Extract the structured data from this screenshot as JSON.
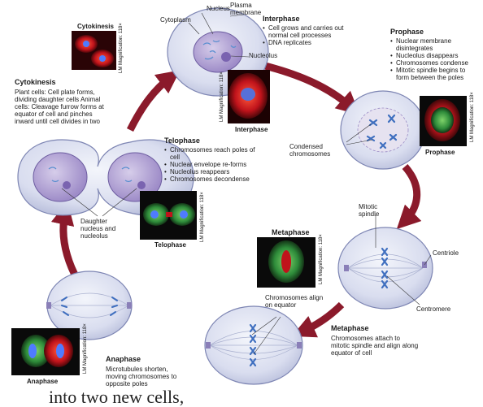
{
  "interphase": {
    "title": "Interphase",
    "bullets": [
      "Cell grows and carries out normal cell processes",
      "DNA replicates"
    ],
    "labels": {
      "nucleus": "Nucleus",
      "plasma_membrane": "Plasma membrane",
      "cytoplasm": "Cytoplasm",
      "nucleolus": "Nucleolus"
    },
    "photo_caption": "Interphase",
    "magnification": "LM Magnification: 118×"
  },
  "prophase": {
    "title": "Prophase",
    "bullets": [
      "Nuclear membrane disintegrates",
      "Nucleolus disappears",
      "Chromosomes condense",
      "Mitotic spindle begins to form between the poles"
    ],
    "labels": {
      "condensed_chromosomes": "Condensed chromosomes"
    },
    "photo_caption": "Prophase",
    "magnification": "LM Magnification: 118×"
  },
  "metaphase": {
    "title": "Metaphase",
    "description": "Chromosomes attach to mitotic spindle and align along equator of cell",
    "labels": {
      "mitotic_spindle": "Mitotic spindle",
      "centriole": "Centriole",
      "centromere": "Centromere",
      "chromosomes_align": "Chromosomes align on equator"
    },
    "photo_caption": "Metaphase",
    "magnification": "LM Magnification: 118×"
  },
  "anaphase": {
    "title": "Anaphase",
    "description": "Microtubules shorten, moving chromosomes to opposite poles",
    "photo_caption": "Anaphase",
    "magnification": "LM Magnification: 118×"
  },
  "telophase": {
    "title": "Telophase",
    "bullets": [
      "Chromosomes reach poles of cell",
      "Nuclear envelope re-forms",
      "Nucleolus reappears",
      "Chromosomes decondense"
    ],
    "labels": {
      "daughter_nucleus": "Daughter nucleus and nucleolus"
    },
    "photo_caption": "Telophase",
    "magnification": "LM Magnification: 118×"
  },
  "cytokinesis": {
    "title": "Cytokinesis",
    "description": "Plant cells: Cell plate forms, dividing daughter cells Animal cells: Cleavage furrow forms at equator of cell and pinches inward until cell divides in two",
    "photo_caption": "Cytokinesis",
    "magnification": "LM Magnification: 118×"
  },
  "footer_text": "into two new cells,",
  "colors": {
    "arrow": "#8b1a2b",
    "cell_fill": "#dfe3f2",
    "nucleus_fill": "#b7a8d6",
    "chromosome": "#5b8fd0"
  }
}
